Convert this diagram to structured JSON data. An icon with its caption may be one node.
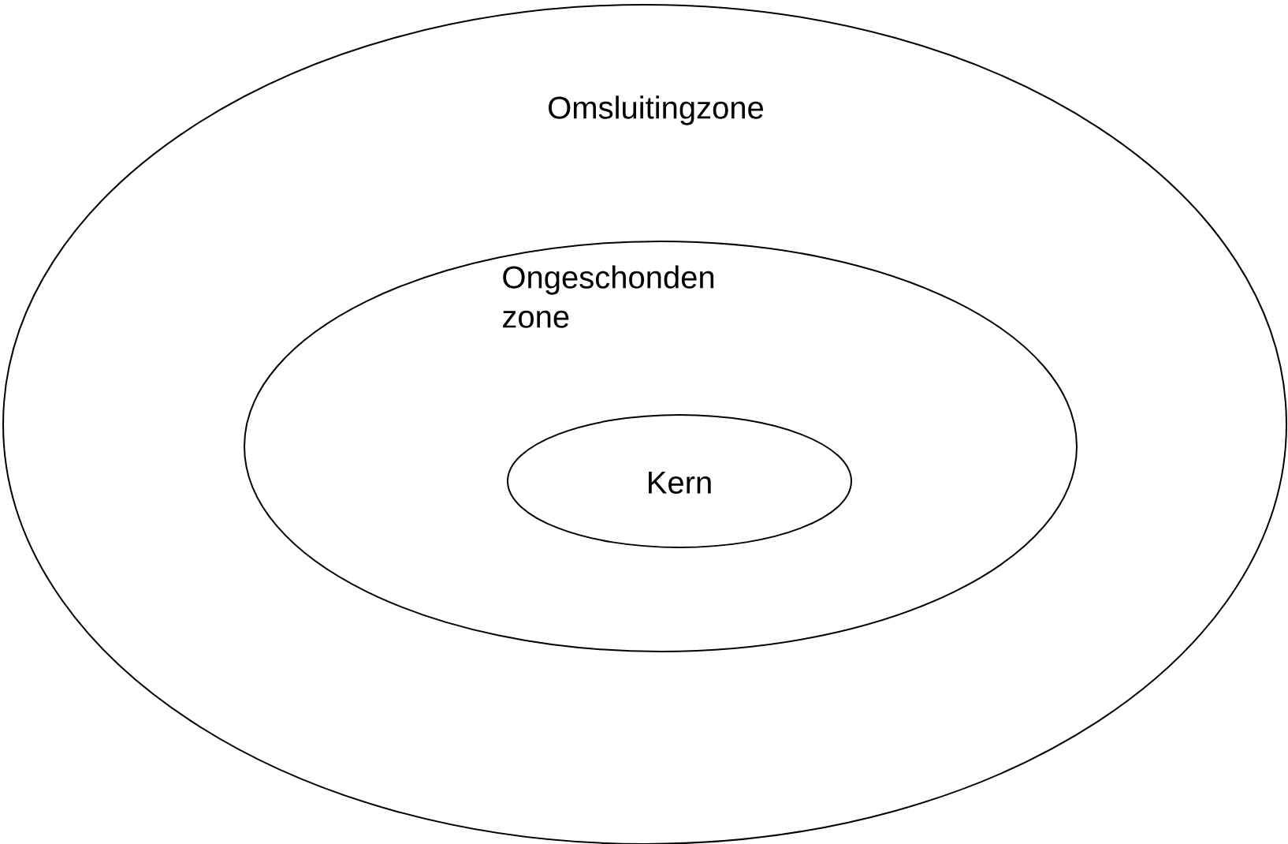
{
  "diagram": {
    "nodes": [
      {
        "text": [
          "Omsluitingzone"
        ]
      },
      {
        "text": [
          "Ongeschonden zone"
        ],
        "in": 0
      },
      {
        "text": [
          "Kern"
        ],
        "in": 1
      }
    ]
  }
}
